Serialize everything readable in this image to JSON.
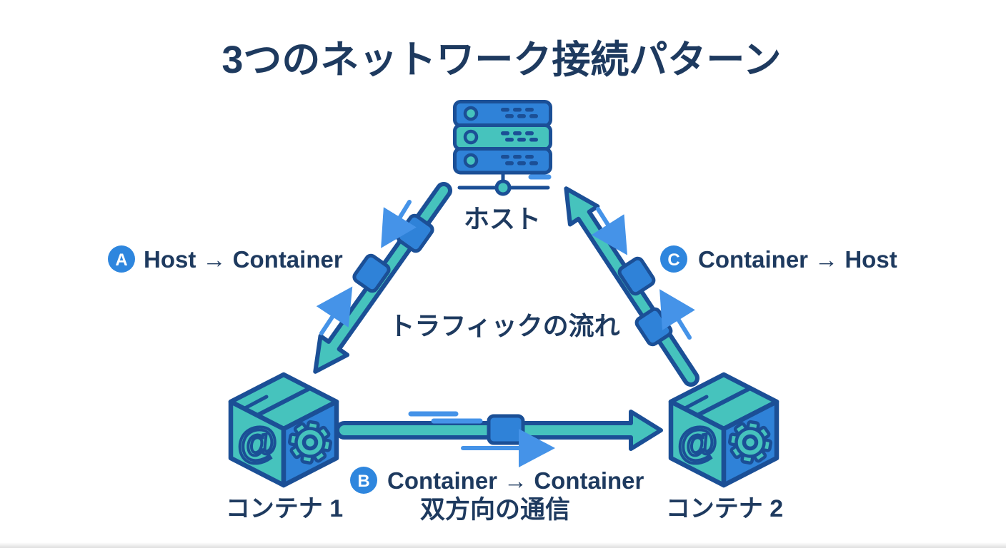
{
  "title": "3つのネットワーク接続パターン",
  "center_caption": "トラフィックの流れ",
  "nodes": {
    "host": {
      "label": "ホスト"
    },
    "container1": {
      "label": "コンテナ 1"
    },
    "container2": {
      "label": "コンテナ 2"
    }
  },
  "patterns": [
    {
      "id": "A",
      "label": "Host → Container"
    },
    {
      "id": "B",
      "label": "Container → Container",
      "sublabel": "双方向の通信"
    },
    {
      "id": "C",
      "label": "Container → Host"
    }
  ],
  "icons": {
    "at_symbol": "@"
  },
  "colors": {
    "background": "#ffffff",
    "text_navy": "#1e3a5f",
    "outline_navy": "#1b4f96",
    "fill_blue": "#2f82d8",
    "fill_teal": "#46c3bd",
    "badge_blue": "#2e86de",
    "thin_arrow_blue": "#4593e8"
  }
}
